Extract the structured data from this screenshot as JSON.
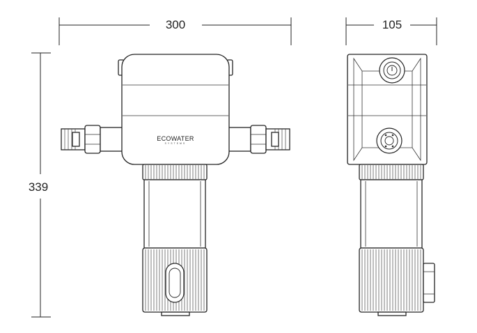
{
  "dimensions": {
    "front_width": "300",
    "side_width": "105",
    "height": "339"
  },
  "brand": {
    "name": "ECOWATER",
    "subtitle": "SYSTEMS"
  }
}
